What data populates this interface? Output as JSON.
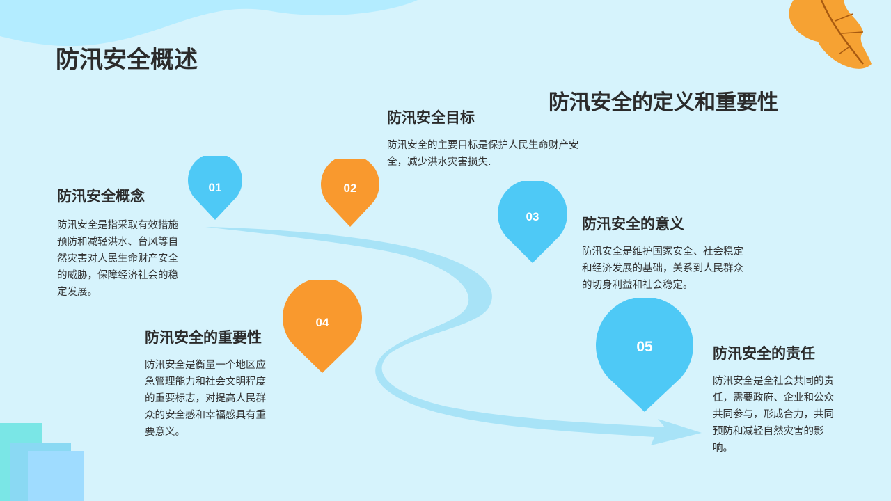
{
  "slide": {
    "title": "防汛安全概述",
    "subtitle": "防汛安全的定义和重要性"
  },
  "items": [
    {
      "num": "01",
      "color": "#4ec9f6",
      "title": "防汛安全概念",
      "desc": "防汛安全是指采取有效措施预防和减轻洪水、台风等自然灾害对人民生命财产安全的威胁，保障经济社会的稳定发展。"
    },
    {
      "num": "02",
      "color": "#f9992e",
      "title": "防汛安全目标",
      "desc": "防汛安全的主要目标是保护人民生命财产安全，减少洪水灾害损失."
    },
    {
      "num": "03",
      "color": "#4ec9f6",
      "title": "防汛安全的意义",
      "desc": "防汛安全是维护国家安全、社会稳定和经济发展的基础，关系到人民群众的切身利益和社会稳定。"
    },
    {
      "num": "04",
      "color": "#f9992e",
      "title": "防汛安全的重要性",
      "desc": "防汛安全是衡量一个地区应急管理能力和社会文明程度的重要标志，对提高人民群众的安全感和幸福感具有重要意义。"
    },
    {
      "num": "05",
      "color": "#4ec9f6",
      "title": "防汛安全的责任",
      "desc": "防汛安全是全社会共同的责任，需要政府、企业和公众共同参与，形成合力，共同预防和减轻自然灾害的影响。"
    }
  ],
  "decor": {
    "river_color": "#a8e3f7",
    "leaf_color": "#f6a233",
    "wave_color": "#b3ecff"
  }
}
